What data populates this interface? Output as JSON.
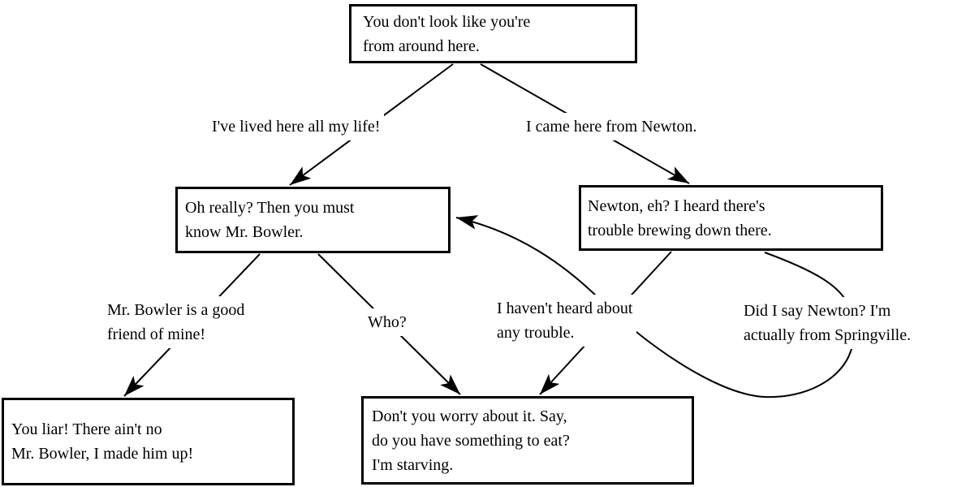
{
  "diagram": {
    "type": "dialogue-tree-flowchart",
    "colors": {
      "stroke": "#000000",
      "node_fill": "#ffffff",
      "text": "#000000",
      "background": "#ffffff"
    },
    "nodes": {
      "root": {
        "text": "You don't look like you're\nfrom around here."
      },
      "know_bowler": {
        "text": "Oh really? Then you must\nknow Mr. Bowler."
      },
      "newton_trouble": {
        "text": "Newton, eh? I heard there's\ntrouble brewing down there."
      },
      "liar": {
        "text": "You liar! There ain't no\nMr. Bowler, I made him up!"
      },
      "dont_worry": {
        "text": "Don't you worry about it. Say,\ndo you have something to eat?\nI'm starving."
      }
    },
    "edges": {
      "lived_here": {
        "label": "I've lived here all my life!",
        "from": "root",
        "to": "know_bowler"
      },
      "from_newton": {
        "label": "I came here from Newton.",
        "from": "root",
        "to": "newton_trouble"
      },
      "bowler_friend": {
        "label": "Mr. Bowler is a good\nfriend of mine!",
        "from": "know_bowler",
        "to": "liar"
      },
      "who": {
        "label": "Who?",
        "from": "know_bowler",
        "to": "dont_worry"
      },
      "no_trouble": {
        "label": "I haven't heard about\nany trouble.",
        "from": "newton_trouble",
        "to": "dont_worry"
      },
      "springville": {
        "label": "Did I say Newton? I'm\nactually from Springville.",
        "from": "newton_trouble",
        "to": "know_bowler"
      }
    }
  }
}
